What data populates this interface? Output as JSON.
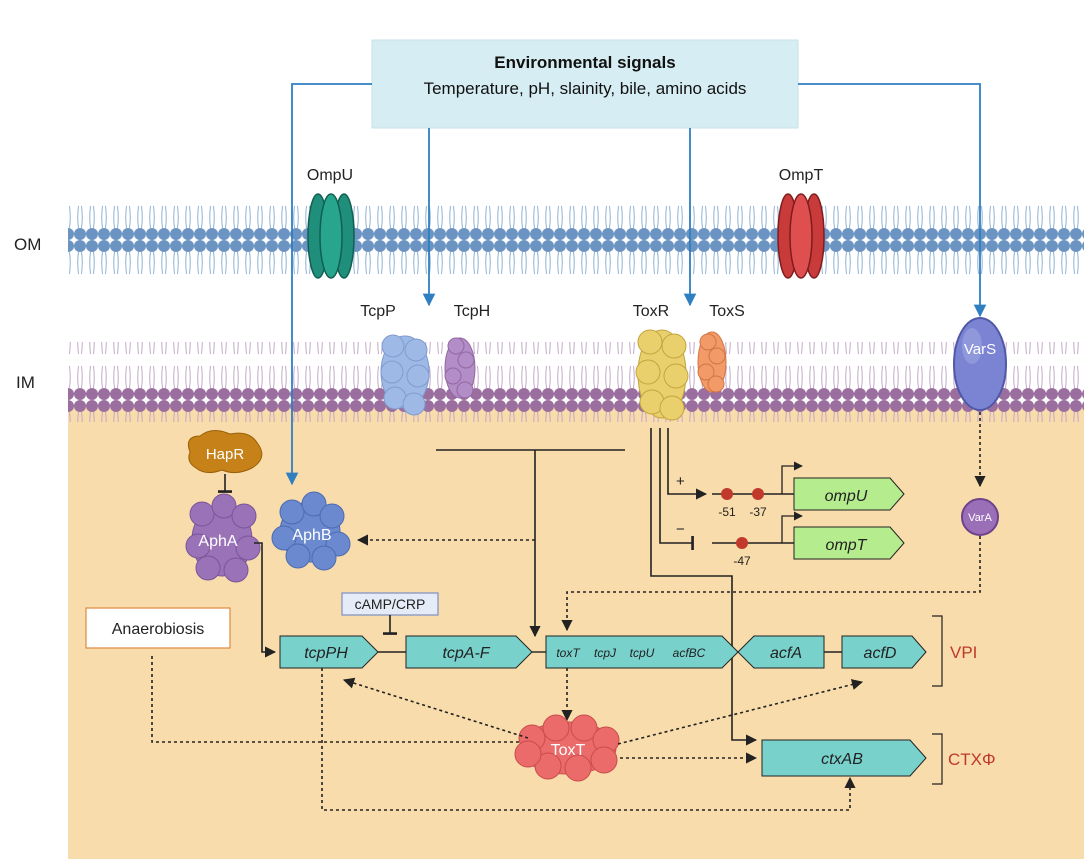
{
  "signals": {
    "title": "Environmental signals",
    "subtitle": "Temperature, pH, slainity, bile, amino acids"
  },
  "membranes": {
    "outer": "OM",
    "inner": "IM"
  },
  "proteins": {
    "ompU_porin": "OmpU",
    "ompT_porin": "OmpT",
    "tcpP": "TcpP",
    "tcpH": "TcpH",
    "toxR": "ToxR",
    "toxS": "ToxS",
    "varS": "VarS",
    "varA": "VarA",
    "hapR": "HapR",
    "aphA": "AphA",
    "aphB": "AphB",
    "toxT": "ToxT"
  },
  "regulators": {
    "camp_crp": "cAMP/CRP",
    "anaerobiosis": "Anaerobiosis",
    "plus": "+",
    "minus": "−"
  },
  "promoters": {
    "ompU": {
      "gene": "ompU",
      "sites": [
        "-51",
        "-37"
      ]
    },
    "ompT": {
      "gene": "ompT",
      "sites": [
        "-47"
      ]
    }
  },
  "genes": {
    "tcpPH": "tcpPH",
    "tcpAF": "tcpA-F",
    "toxT": "toxT",
    "tcpJ": "tcpJ",
    "tcpU": "tcpU",
    "acfBC": "acfBC",
    "acfA": "acfA",
    "acfD": "acfD",
    "ctxAB": "ctxAB"
  },
  "islands": {
    "vpi": "VPI",
    "ctx": "CTXΦ"
  },
  "colors": {
    "cytoplasm": "#f8dcab",
    "signal_box": "#d6eef3",
    "om_head": "#6b94c2",
    "im_head": "#9a6f9f",
    "gene_fill": "#79d1cc",
    "promoter_gene_fill": "#b5ec8e",
    "label_red": "#c0392b",
    "signal_arrow": "#2f7fc1"
  }
}
